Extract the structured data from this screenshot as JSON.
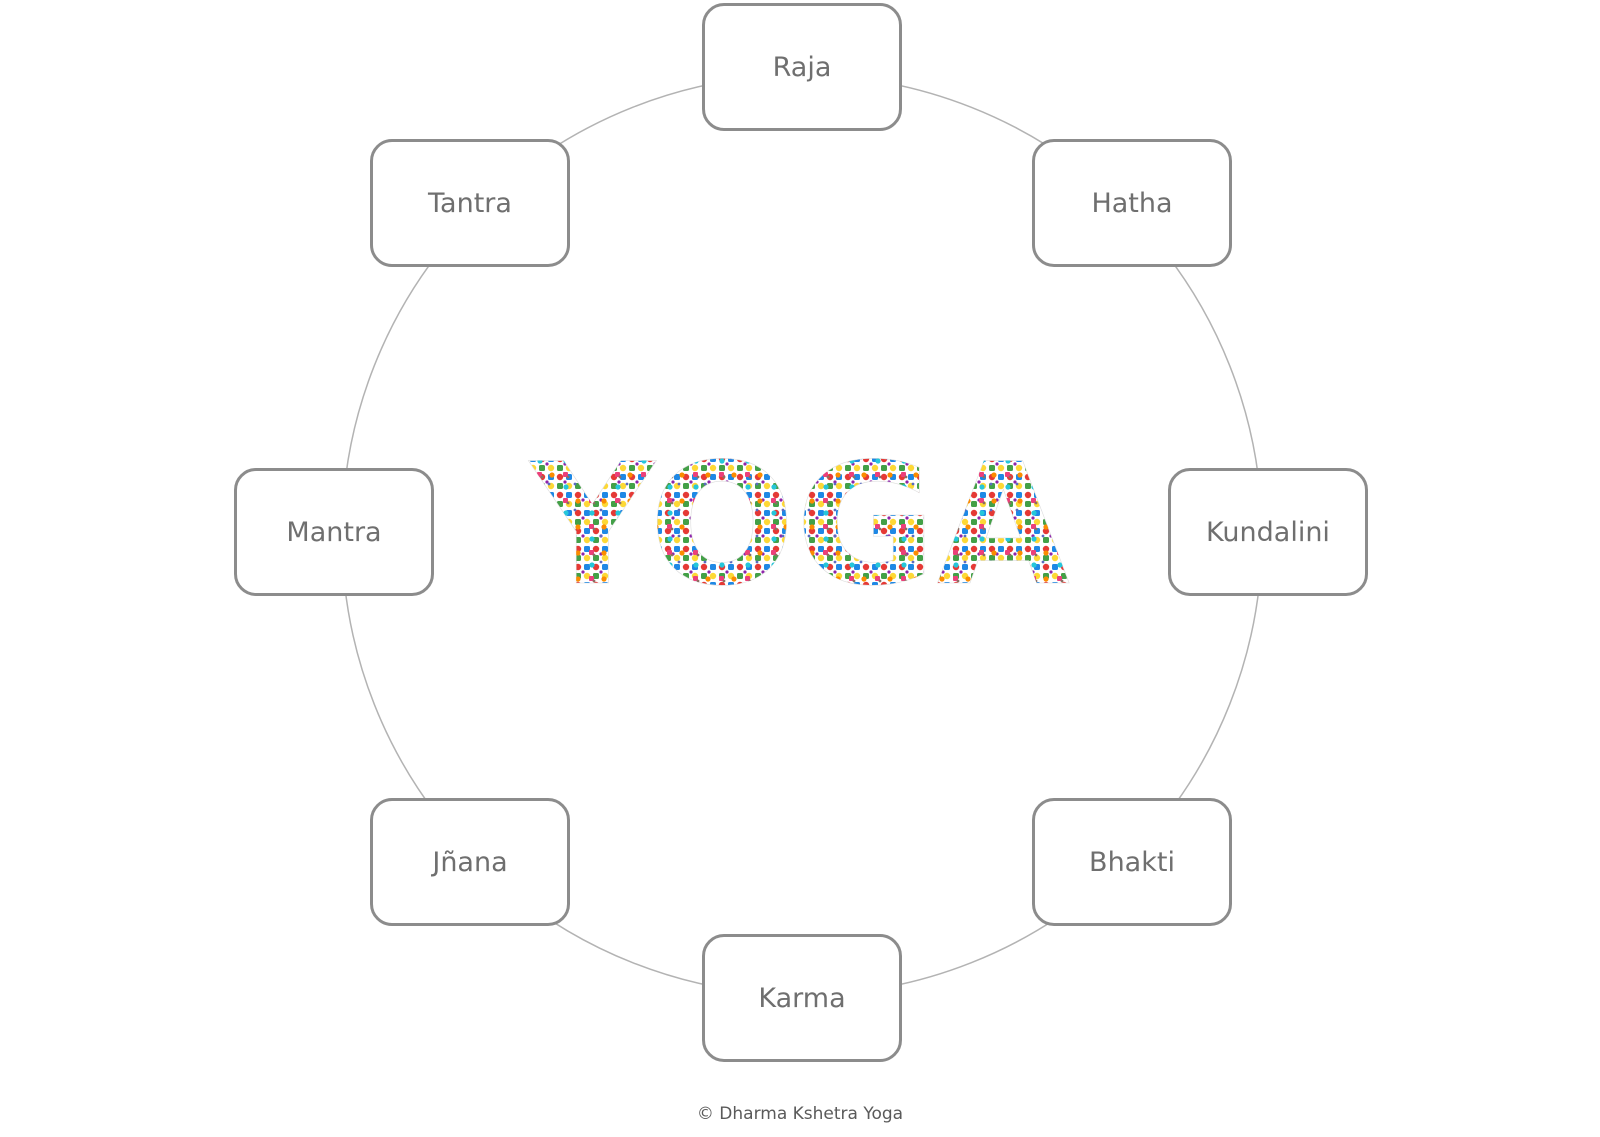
{
  "center": {
    "logo_text": "YOGA",
    "palette": [
      "#e53935",
      "#fb8c00",
      "#fdd835",
      "#43a047",
      "#1e88e5",
      "#8e24aa",
      "#26c6da",
      "#ec407a",
      "#8d6e63",
      "#9e9e9e",
      "#7cb342",
      "#5c6bc0"
    ]
  },
  "nodes": [
    {
      "id": "raja",
      "label": "Raja"
    },
    {
      "id": "hatha",
      "label": "Hatha"
    },
    {
      "id": "kundalini",
      "label": "Kundalini"
    },
    {
      "id": "bhakti",
      "label": "Bhakti"
    },
    {
      "id": "karma",
      "label": "Karma"
    },
    {
      "id": "jnana",
      "label": "Jñana"
    },
    {
      "id": "mantra",
      "label": "Mantra"
    },
    {
      "id": "tantra",
      "label": "Tantra"
    }
  ],
  "colors": {
    "ring": "#b3b3b3",
    "box_border": "#8c8c8c",
    "box_text": "#6f6f6f"
  },
  "footer": {
    "credit": "© Dharma Kshetra Yoga"
  }
}
